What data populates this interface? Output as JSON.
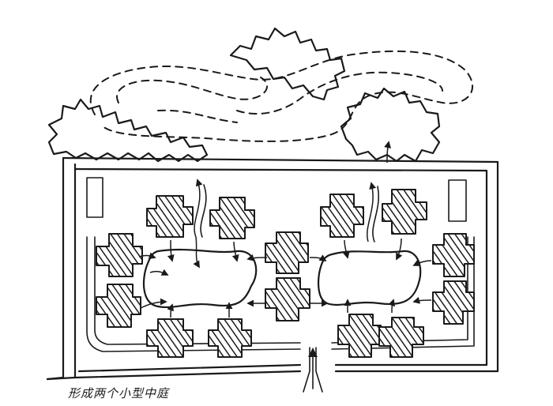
{
  "caption": "形成两个小型中庭",
  "colors": {
    "ink": "#1a1a1a",
    "paper": "#ffffff"
  },
  "icons": [
    "tree-canopy",
    "building-block",
    "courtyard",
    "circulation-arrow",
    "entrance-arrow"
  ]
}
